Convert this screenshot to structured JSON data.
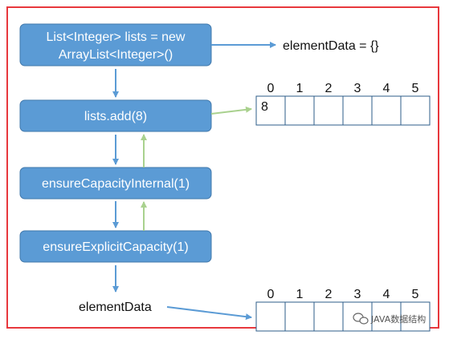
{
  "colors": {
    "frame": "#e8383d",
    "box_fill": "#5b9bd5",
    "blue_arrow": "#5b9bd5",
    "green_arrow": "#a9d18e",
    "cell_border": "#2d5c8a"
  },
  "boxes": {
    "new_list": {
      "line1": "List<Integer> lists = new",
      "line2": "ArrayList<Integer>()"
    },
    "add": {
      "label": "lists.add(8)"
    },
    "ensure_internal": {
      "label": "ensureCapacityInternal(1)"
    },
    "ensure_explicit": {
      "label": "ensureExplicitCapacity(1)"
    }
  },
  "labels": {
    "element_data_init": "elementData = {}",
    "element_data": "elementData"
  },
  "top_array": {
    "indices": [
      "0",
      "1",
      "2",
      "3",
      "4",
      "5"
    ],
    "values": [
      "8",
      "",
      "",
      "",
      "",
      ""
    ]
  },
  "bottom_array": {
    "indices": [
      "0",
      "1",
      "2",
      "3",
      "4",
      "5"
    ],
    "values": [
      "",
      "",
      "",
      "",
      "",
      ""
    ]
  },
  "watermark": {
    "text": "JAVA数据结构",
    "icon": "wechat-icon"
  }
}
